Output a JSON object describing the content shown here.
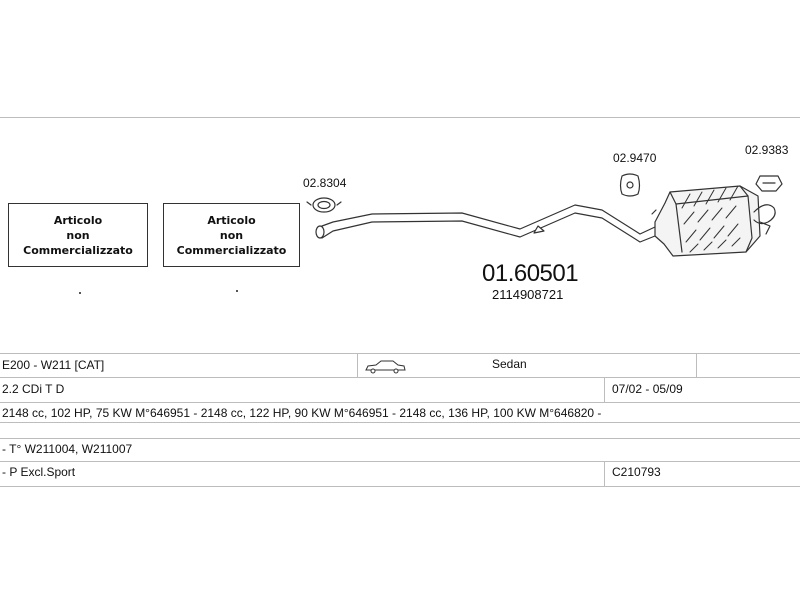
{
  "diagram": {
    "not_sold_line1": "Articolo",
    "not_sold_line2": "non",
    "not_sold_line3": "Commercializzato",
    "part_numbers": {
      "clamp": "02.8304",
      "hanger": "02.9470",
      "rear_mount": "02.9383",
      "main": "01.60501",
      "oem": "2114908721"
    }
  },
  "specs": {
    "model": "E200 - W211  [CAT]",
    "body": "Sedan",
    "engine": "2.2 CDi T D",
    "years": "07/02 - 05/09",
    "variants": "2148 cc, 102 HP, 75 KW M°646951 - 2148 cc, 122 HP, 90 KW M°646951 - 2148 cc, 136 HP, 100 KW M°646820 -",
    "chassis": "- T° W211004, W211007",
    "excl": "- P Excl.Sport",
    "ref": "C210793"
  }
}
